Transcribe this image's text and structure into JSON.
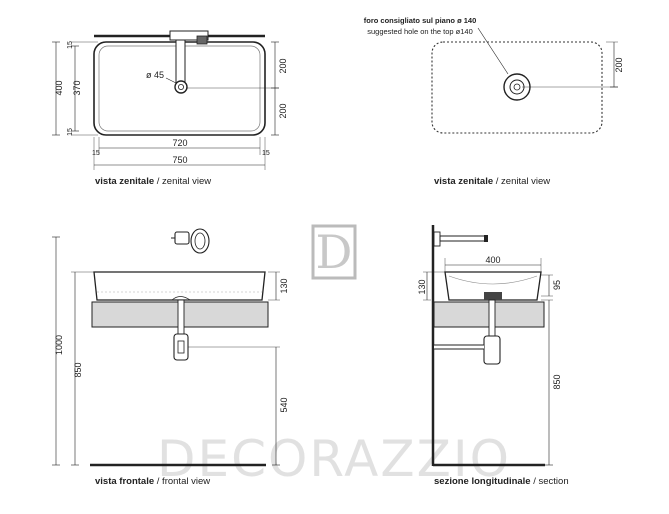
{
  "views": {
    "top_left": {
      "caption_bold": "vista zenitale",
      "caption_rest": " / zenital view",
      "dims": {
        "h_total": "400",
        "h_inner": "370",
        "edge_top": "15",
        "edge_bottom": "15",
        "h_half_top": "200",
        "h_half_bottom": "200",
        "w_inner": "720",
        "w_total": "750",
        "w_edge_left": "15",
        "w_edge_right": "15",
        "drain": "ø 45"
      }
    },
    "top_right": {
      "caption_bold": "vista zenitale",
      "caption_rest": " / zenital view",
      "note_line1": "foro consigliato sul piano ø 140",
      "note_line2": "suggested hole on the top ø140",
      "dim_right": "200"
    },
    "front": {
      "caption_bold": "vista frontale",
      "caption_rest": " / frontal view",
      "dims": {
        "height_total": "1000",
        "height_counter": "850",
        "basin_h": "130",
        "drain_h": "540"
      }
    },
    "section": {
      "caption_bold": "sezione longitudinale",
      "caption_rest": " / section",
      "dims": {
        "width": "400",
        "basin_h": "130",
        "inner_h": "95",
        "height_counter": "850"
      }
    }
  },
  "watermark": {
    "logo_letter": "D",
    "text": "DECORAZZIO"
  }
}
